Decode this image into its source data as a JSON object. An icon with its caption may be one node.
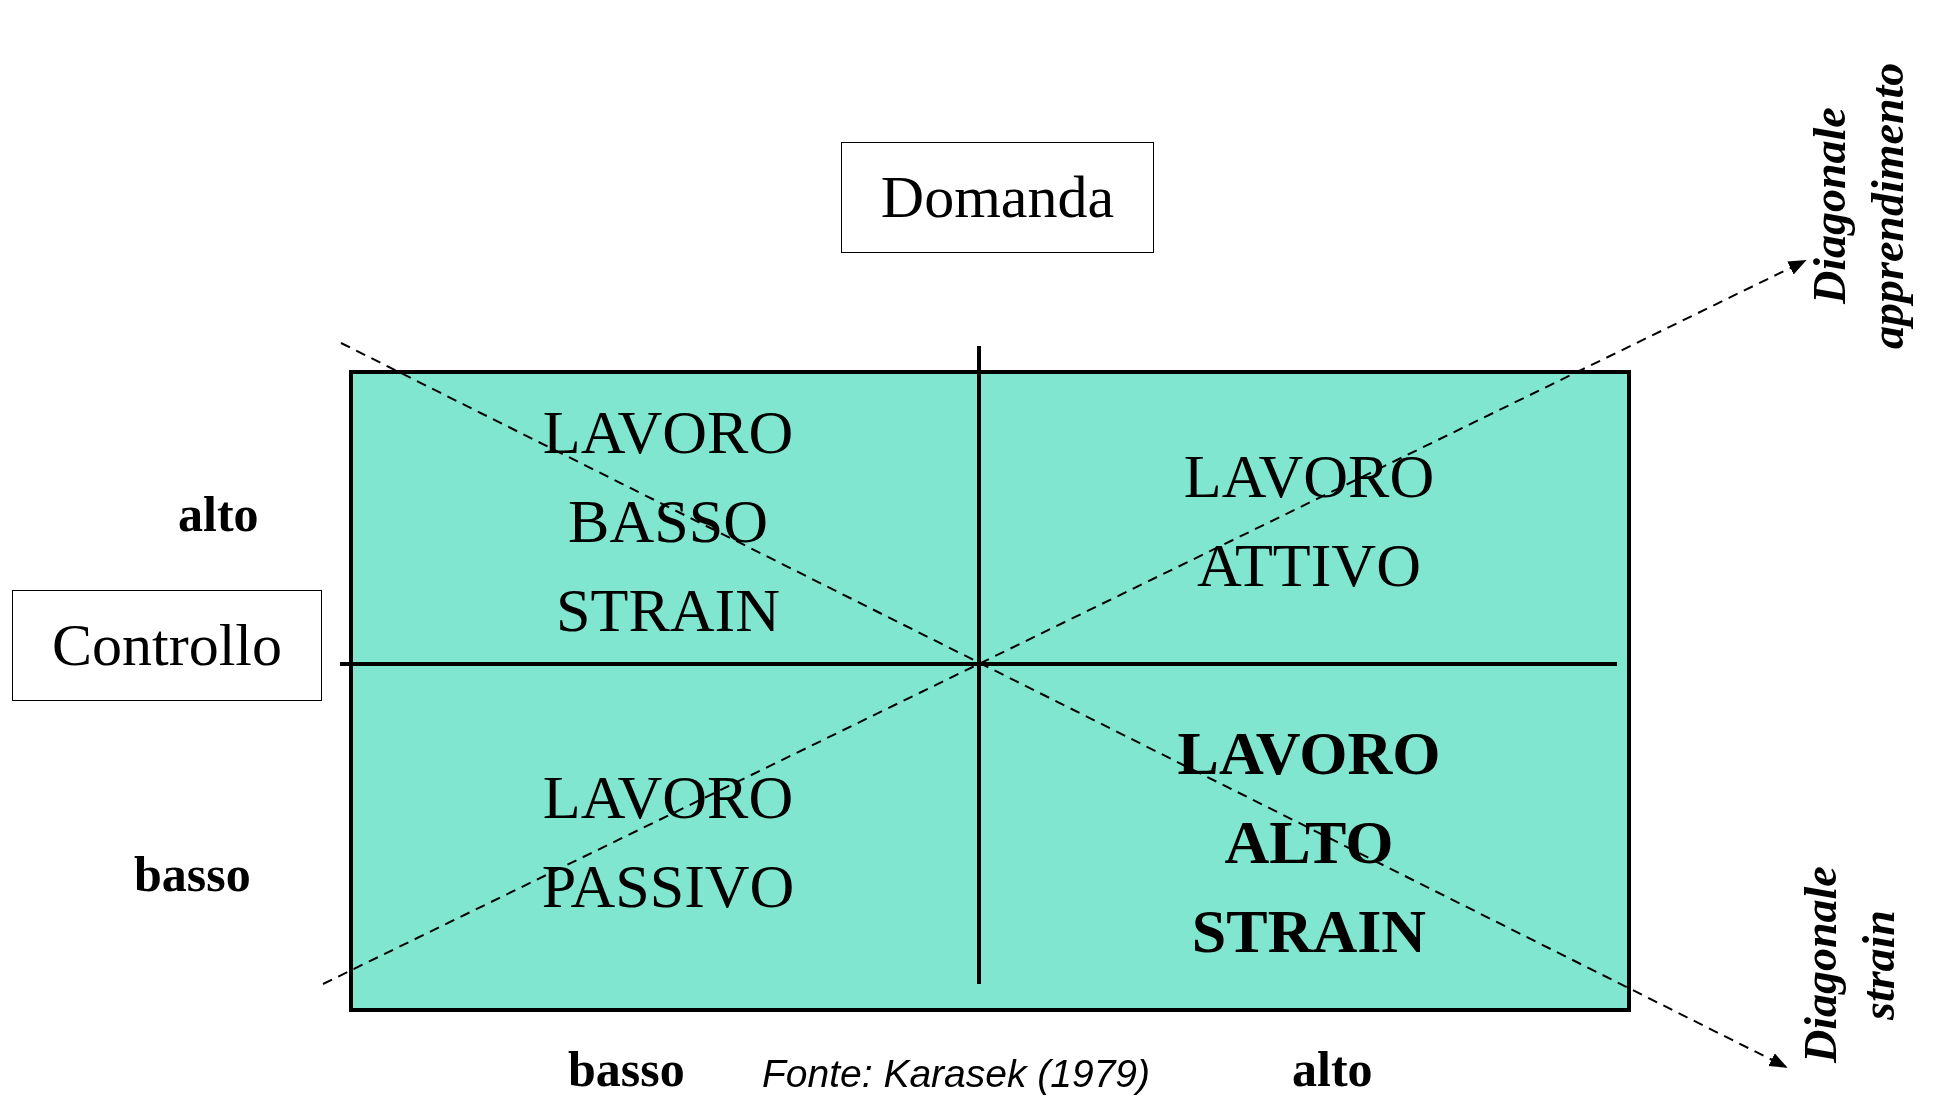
{
  "diagram": {
    "caption": "Fonte: Karasek (1979)",
    "nodes": [
      {
        "text": [
          "Domanda"
        ]
      },
      {
        "text": [
          "Diagonale apprendimento"
        ]
      },
      {
        "text": [],
        "shape": "box"
      },
      {
        "text": [
          "LAVORO BASSO STRAIN"
        ],
        "in": 2
      },
      {
        "text": [
          "LAVORO ATTIVO"
        ],
        "in": 2
      },
      {
        "text": [
          "Controllo"
        ]
      },
      {
        "text": [
          "LAVORO PASSIVO"
        ],
        "in": 2
      },
      {
        "text": [
          "LAVORO ALTO STRAIN"
        ],
        "in": 2
      },
      {
        "text": [
          "Diagonale strain"
        ]
      }
    ],
    "edges": [
      {
        "from": null,
        "to": 1,
        "arrow": "to",
        "style": "dashed"
      },
      {
        "from": null,
        "to": 8,
        "arrow": "to",
        "style": "dashed"
      }
    ],
    "labels": [
      "alto",
      "basso",
      "basso",
      "alto"
    ]
  }
}
